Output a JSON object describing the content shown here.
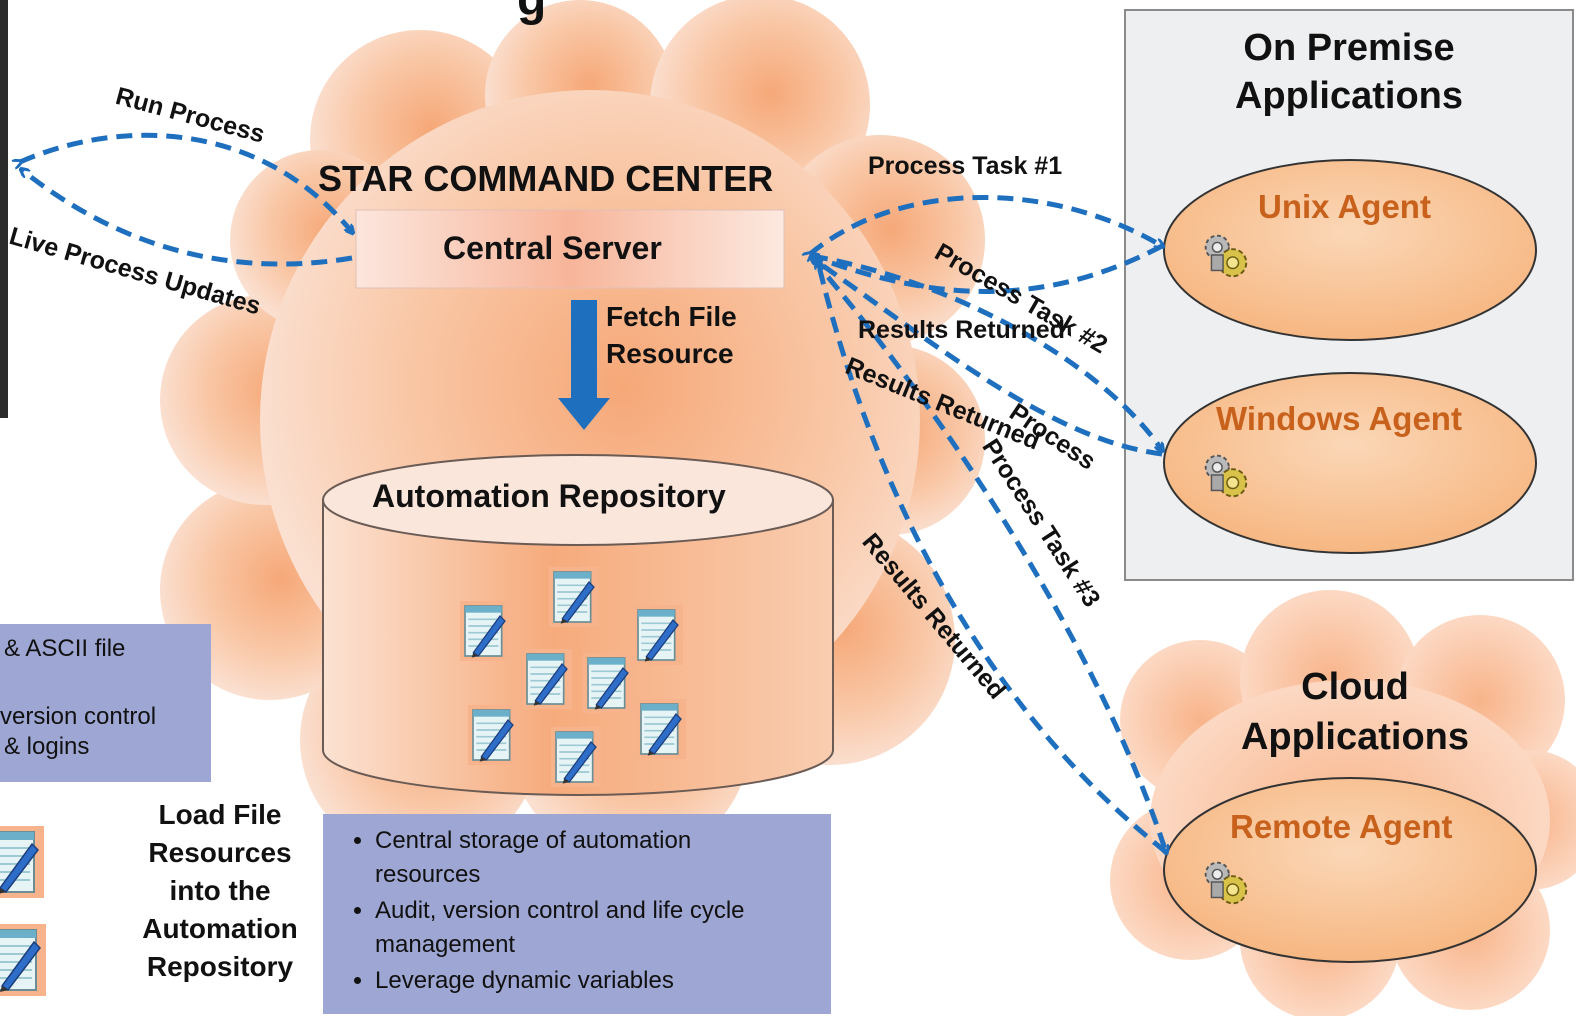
{
  "header": {
    "partial_title": "g"
  },
  "command_center": {
    "title": "STAR COMMAND CENTER",
    "central_server": "Central Server",
    "fetch_label_line1": "Fetch File",
    "fetch_label_line2": "Resource",
    "repository": "Automation Repository"
  },
  "left_edges": {
    "run_process": "Run Process",
    "live_updates": "Live Process Updates"
  },
  "on_premise": {
    "title_line1": "On Premise",
    "title_line2": "Applications",
    "unix_agent": "Unix Agent",
    "windows_agent": "Windows Agent"
  },
  "cloud": {
    "title_line1": "Cloud",
    "title_line2": "Applications",
    "remote_agent": "Remote Agent"
  },
  "edges": {
    "task1": "Process Task #1",
    "task2": "Process Task #2",
    "task3": "Process Task #3",
    "results1": "Results Returned",
    "results2": "Results Returned",
    "results3": "Results Returned",
    "process_overlap": "Process"
  },
  "left_box": {
    "line1": "& ASCII file",
    "line2": "version control",
    "line3": "& logins"
  },
  "load_label": {
    "line1": "Load File",
    "line2": "Resources",
    "line3": "into the",
    "line4": "Automation",
    "line5": "Repository"
  },
  "repo_box": {
    "items": [
      "Central storage of automation resources",
      "Audit, version control and life cycle management",
      "Leverage dynamic variables"
    ]
  },
  "colors": {
    "arrow": "#1f6fbf",
    "agent_text": "#c8611c",
    "box_fill": "#9ea6d3",
    "panel_fill": "#eeeff1",
    "cloud_fill": "#f7b48c"
  }
}
